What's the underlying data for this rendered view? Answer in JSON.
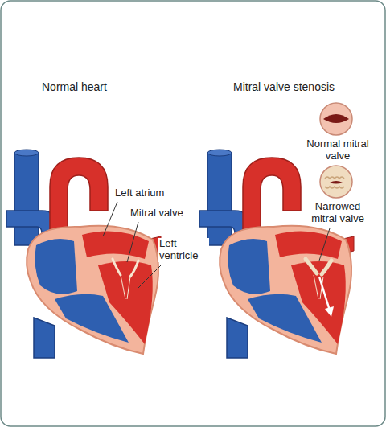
{
  "diagram": {
    "labels": [
      "Normal heart",
      "Mitral valve stenosis",
      "Left atrium",
      "Mitral valve",
      "Left ventricle",
      "Normal mitral valve",
      "Narrowed mitral valve"
    ]
  }
}
